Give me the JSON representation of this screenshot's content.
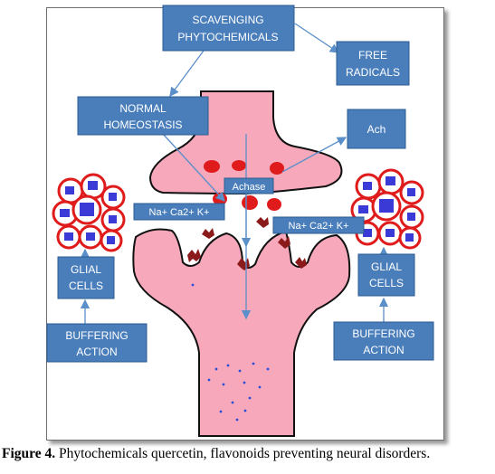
{
  "boxes": {
    "scavenging": [
      "SCAVENGING",
      "PHYTOCHEMICALS"
    ],
    "free_radicals": [
      "FREE",
      "RADICALS"
    ],
    "normal_homeostasis": [
      "NORMAL",
      "HOMEOSTASIS"
    ],
    "ach": "Ach",
    "achase": "Achase",
    "ions_left": "Na+ Ca2+ K+",
    "ions_right": "Na+ Ca2+ K+",
    "glial_left": [
      "GLIAL",
      "CELLS"
    ],
    "glial_right": [
      "GLIAL",
      "CELLS"
    ],
    "buffering_left": [
      "BUFFERING",
      "ACTION"
    ],
    "buffering_right": [
      "BUFFERING",
      "ACTION"
    ]
  },
  "caption": {
    "label": "Figure 4.",
    "text": " Phytochemicals quercetin, flavonoids preventing neural disorders."
  },
  "colors": {
    "box_fill": "#4a7ebb",
    "box_border": "#2b5b91",
    "neuron_fill": "#f7a9bb",
    "vesicle_red": "#e01b1b",
    "receptor_maroon": "#8b1a1a",
    "glial_blue": "#3a3ad6",
    "arrow": "#5b8fc9"
  }
}
